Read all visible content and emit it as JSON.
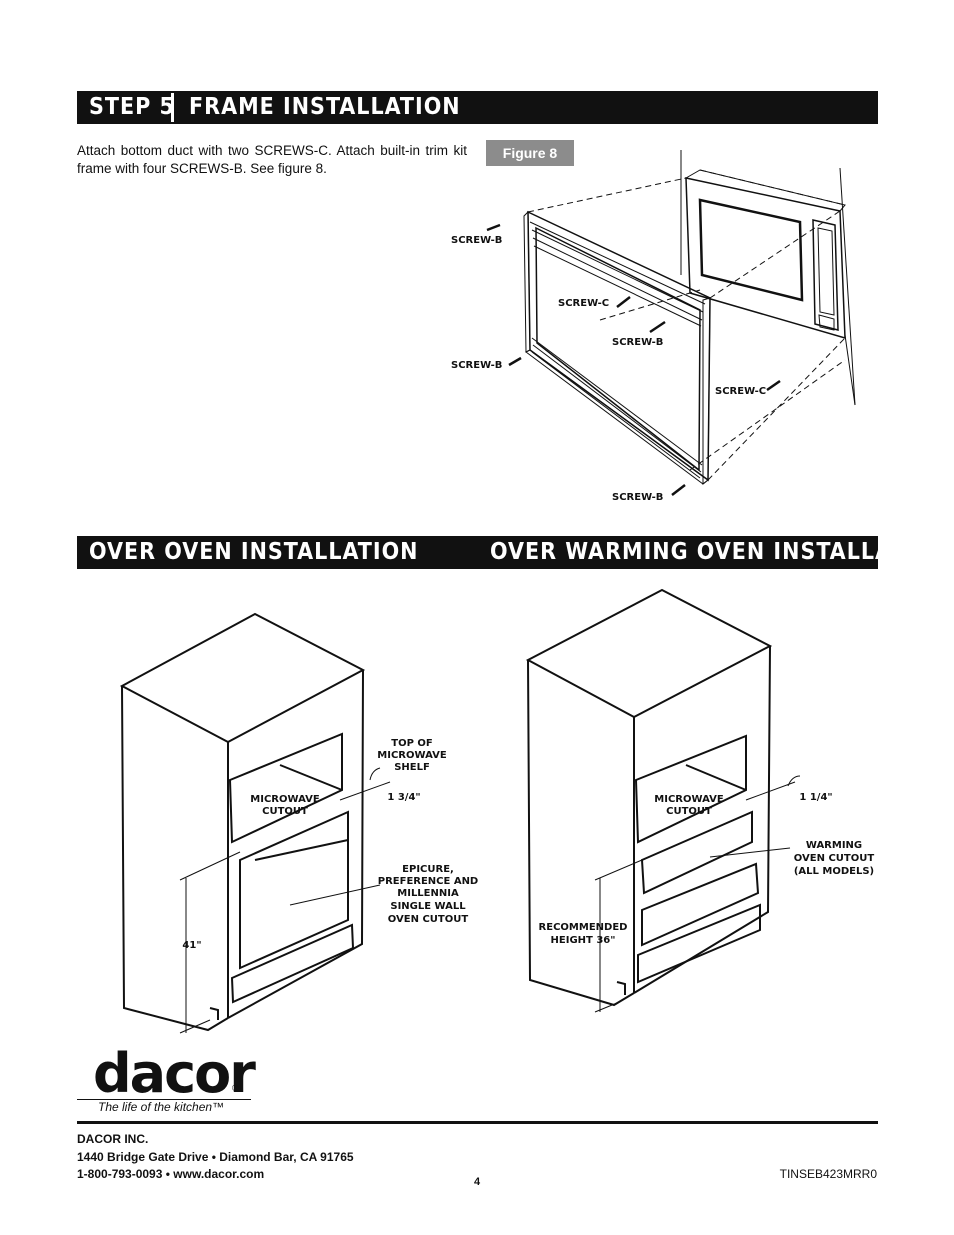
{
  "step5": {
    "step_label": "STEP 5",
    "title": "FRAME INSTALLATION",
    "body": "Attach bottom duct with two SCREWS-C. Attach built-in trim kit frame with four SCREWS-B. See figure 8.",
    "figure_label": "Figure 8",
    "callouts": {
      "screw_b_top": "SCREW-B",
      "screw_c_mid": "SCREW-C",
      "screw_b_mid": "SCREW-B",
      "screw_b_left": "SCREW-B",
      "screw_c_right": "SCREW-C",
      "screw_b_bottom": "SCREW-B"
    }
  },
  "installation": {
    "over_oven_title": "OVER OVEN INSTALLATION",
    "over_warming_title": "OVER WARMING OVEN INSTALLATION",
    "over_oven": {
      "top_of_shelf": [
        "TOP OF",
        "MICROWAVE",
        "SHELF"
      ],
      "microwave_cutout": [
        "MICROWAVE",
        "CUTOUT"
      ],
      "dimension_gap": "1 3/4\"",
      "oven_cutout": [
        "EPICURE,",
        "PREFERENCE AND",
        "MILLENNIA",
        "SINGLE WALL",
        "OVEN CUTOUT"
      ],
      "height": "41\""
    },
    "over_warming": {
      "microwave_cutout": [
        "MICROWAVE",
        "CUTOUT"
      ],
      "dimension_gap": "1 1/4\"",
      "warming_cutout": [
        "WARMING",
        "OVEN CUTOUT",
        "(ALL MODELS)"
      ],
      "height": [
        "RECOMMENDED",
        "HEIGHT 36\""
      ]
    }
  },
  "logo": {
    "wordmark": "dacor",
    "registered": "®",
    "tagline": "The life of the kitchen™"
  },
  "footer": {
    "company": "DACOR INC.",
    "address": "1440 Bridge Gate Drive • Diamond Bar, CA 91765",
    "contact": "1-800-793-0093 • www.dacor.com",
    "page_number": "4",
    "doc_code": "TINSEB423MRR0"
  }
}
